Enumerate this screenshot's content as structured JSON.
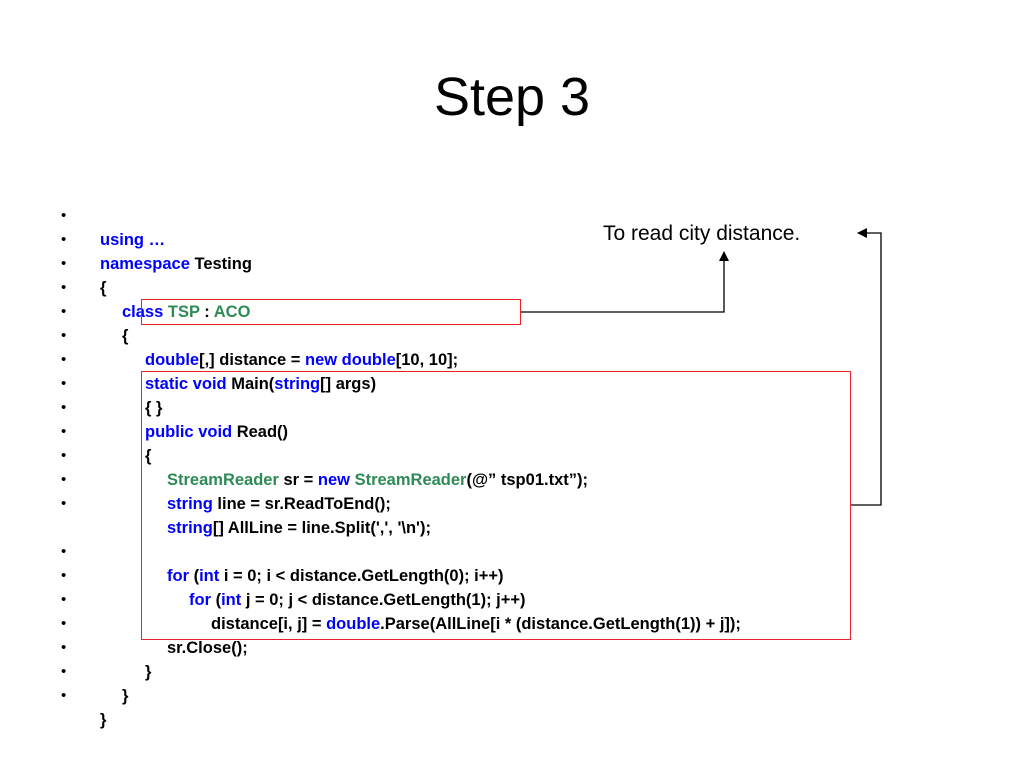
{
  "title": "Step 3",
  "callout": "To read city distance.",
  "bullet_char": "•",
  "colors": {
    "keyword": "#0000ff",
    "type": "#2e8b57",
    "highlight_box": "#e8242a",
    "text": "#000000"
  },
  "code": {
    "l1": {
      "a": "using …"
    },
    "l2": {
      "a": "namespace",
      "b": " Testing"
    },
    "l3": {
      "a": "{"
    },
    "l4": {
      "a": "class",
      "b": " ",
      "c": "TSP",
      "d": " : ",
      "e": "ACO"
    },
    "l5": {
      "a": "{"
    },
    "l6": {
      "a": "double",
      "b": "[,] distance = ",
      "c": "new",
      "d": " ",
      "e": "double",
      "f": "[10, 10];"
    },
    "l7": {
      "a": "static",
      "b": " ",
      "c": "void",
      "d": " Main(",
      "e": "string",
      "f": "[] args)"
    },
    "l8": {
      "a": "{ }"
    },
    "l9": {
      "a": "public",
      "b": " ",
      "c": "void",
      "d": " Read()"
    },
    "l10": {
      "a": "{"
    },
    "l11": {
      "a": "StreamReader",
      "b": " sr = ",
      "c": "new",
      "d": " ",
      "e": "StreamReader",
      "f": "(@” tsp01.txt”);"
    },
    "l12": {
      "a": "string",
      "b": " line = sr.ReadToEnd();"
    },
    "l13": {
      "a": "string",
      "b": "[] AllLine = line.Split(',', '\\n');"
    },
    "l14": {
      "a": "for",
      "b": " (",
      "c": "int",
      "d": " i = 0; i < distance.GetLength(0); i++)"
    },
    "l15": {
      "a": "for",
      "b": " (",
      "c": "int",
      "d": " j = 0; j < distance.GetLength(1); j++)"
    },
    "l16": {
      "a": "distance[i, j] = ",
      "b": "double",
      "c": ".Parse(AllLine[i * (distance.GetLength(1)) + j]);"
    },
    "l17": {
      "a": "sr.Close();"
    },
    "l18": {
      "a": "}"
    },
    "l19": {
      "a": "}"
    },
    "l20": {
      "a": "}"
    }
  }
}
